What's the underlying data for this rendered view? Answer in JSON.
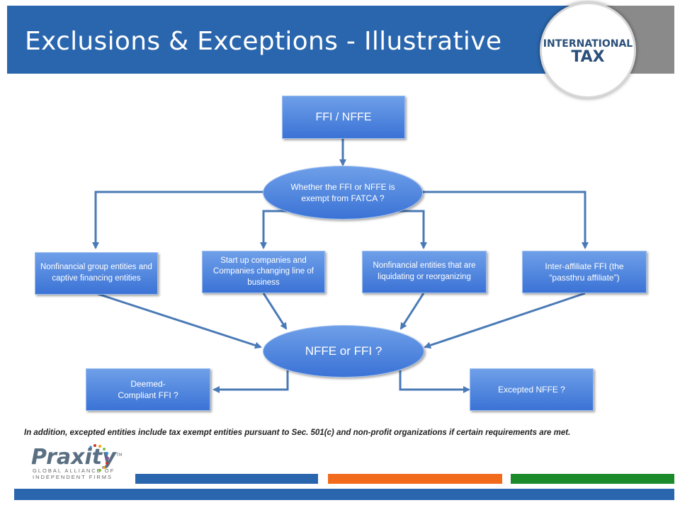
{
  "header": {
    "title": "Exclusions & Exceptions - Illustrative"
  },
  "badge": {
    "line1": "INTERNATIONAL",
    "line2": "TAX"
  },
  "flow": {
    "top_box": "FFI / NFFE",
    "decision": "Whether the FFI or NFFE is exempt from FATCA ?",
    "categories": [
      "Nonfinancial group entities and captive financing entities",
      "Start up companies and Companies changing line of business",
      "Nonfinancial entities that are liquidating or reorganizing",
      "Inter-affiliate FFI (the “passthru affiliate”)"
    ],
    "result": "NFFE or FFI ?",
    "outcome_left": "Deemed-\nCompliant FFI ?",
    "outcome_right": "Excepted NFFE ?"
  },
  "footnote": "In addition, excepted entities include tax exempt entities pursuant to Sec. 501(c) and non-profit organizations if certain requirements are met.",
  "logo": {
    "name": "Praxity",
    "tm": "TM",
    "tagline_1": "GLOBAL ALLIANCE OF",
    "tagline_2": "INDEPENDENT FIRMS"
  },
  "colors": {
    "header_blue": "#2a66ad",
    "box_blue": "#4a82dd",
    "arrow_blue": "#4a7ab6",
    "bar_blue": "#2a66ad",
    "bar_orange": "#f26b1d",
    "bar_green": "#1a8a2a"
  }
}
